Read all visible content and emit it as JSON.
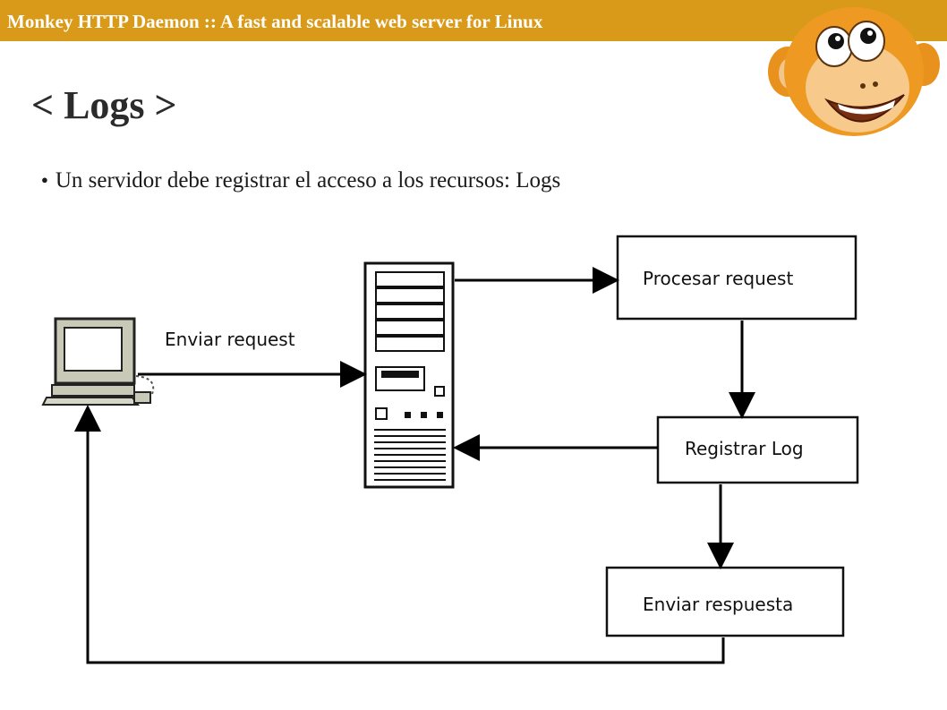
{
  "header": {
    "text": "Monkey HTTP Daemon :: A fast and scalable web server for Linux",
    "bg_color": "#d99a1a",
    "text_color": "#ffffff"
  },
  "logo": {
    "name": "monkey-logo"
  },
  "slide": {
    "title": "< Logs >",
    "bullet": "Un servidor debe registrar el acceso a los recursos: Logs"
  },
  "diagram": {
    "label_send_request": "Enviar request",
    "box_process": "Procesar request",
    "box_log": "Registrar Log",
    "box_response": "Enviar respuesta"
  }
}
